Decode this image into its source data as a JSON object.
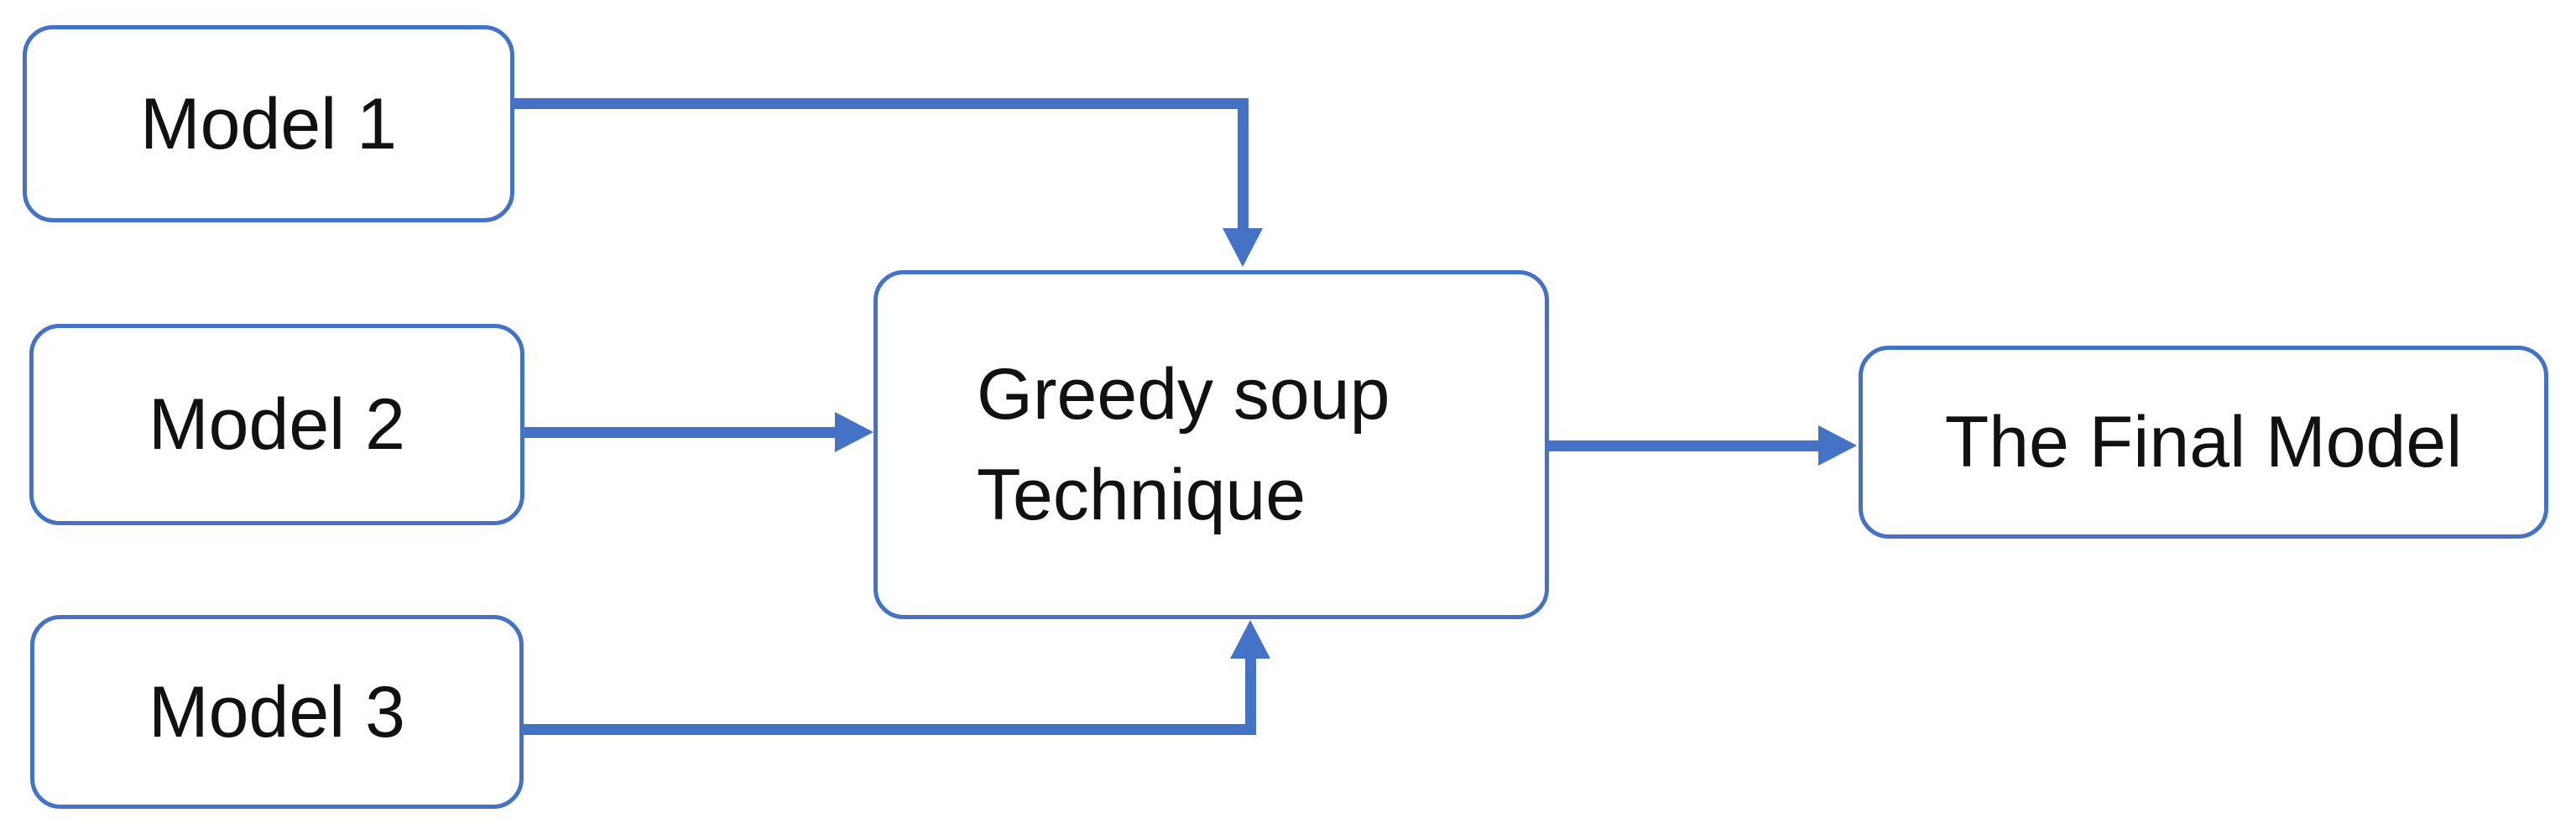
{
  "diagram": {
    "title": "Greedy soup model merging flowchart",
    "colors": {
      "accent": "#4472C4",
      "text": "#111111",
      "bg": "#ffffff"
    },
    "nodes": [
      {
        "id": "model1",
        "label": "Model 1"
      },
      {
        "id": "model2",
        "label": "Model 2"
      },
      {
        "id": "model3",
        "label": "Model 3"
      },
      {
        "id": "greedy",
        "label": "Greedy soup\nTechnique"
      },
      {
        "id": "final",
        "label": "The Final Model"
      }
    ],
    "edges": [
      {
        "from": "model1",
        "to": "greedy",
        "path": "right-then-down",
        "arrowhead": "down"
      },
      {
        "from": "model2",
        "to": "greedy",
        "path": "straight-right",
        "arrowhead": "right"
      },
      {
        "from": "model3",
        "to": "greedy",
        "path": "right-then-up",
        "arrowhead": "up"
      },
      {
        "from": "greedy",
        "to": "final",
        "path": "straight-right",
        "arrowhead": "right"
      }
    ]
  }
}
